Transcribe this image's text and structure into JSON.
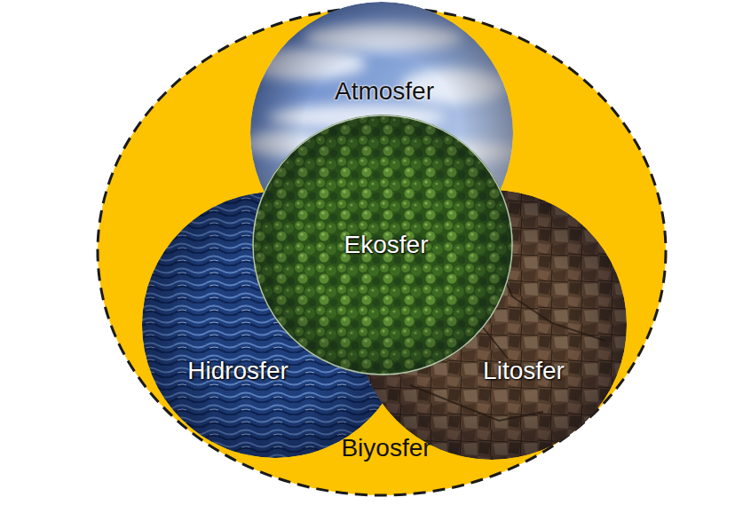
{
  "diagram": {
    "nodes": [
      {
        "text": [
          "Biyosfer"
        ]
      },
      {
        "text": [
          "Atmosfer"
        ],
        "in": 0
      },
      {
        "text": [
          "Ekosfer"
        ],
        "in": 0
      },
      {
        "text": [
          "Hidrosfer"
        ],
        "in": 0
      },
      {
        "text": [
          "Litosfer"
        ],
        "in": 0
      }
    ]
  }
}
